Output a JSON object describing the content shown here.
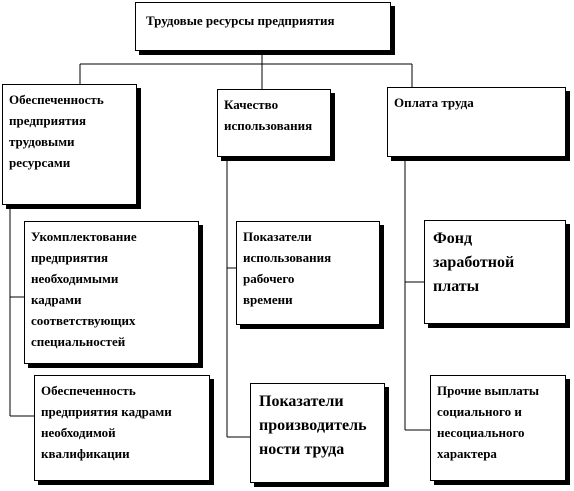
{
  "diagram": {
    "root": "Трудовые ресурсы предприятия",
    "branches": [
      {
        "title": "Обеспеченность\nпредприятия\nтрудовыми\nресурсами",
        "children": [
          "Укомплектование\nпредприятия\nнеобходимыми\nкадрами\nсоответствующих\nспециальностей",
          "Обеспеченность\nпредприятия кадрами\nнеобходимой\nквалификации"
        ]
      },
      {
        "title": "Качество\nиспользования",
        "children": [
          "Показатели\nиспользования\nрабочего\nвремени",
          "Показатели\nпроизводитель\nности труда"
        ]
      },
      {
        "title": "Оплата труда",
        "children": [
          "Фонд\nзаработной\nплаты",
          "Прочие выплаты\nсоциального и\nнесоциального\nхарактера"
        ]
      }
    ]
  }
}
